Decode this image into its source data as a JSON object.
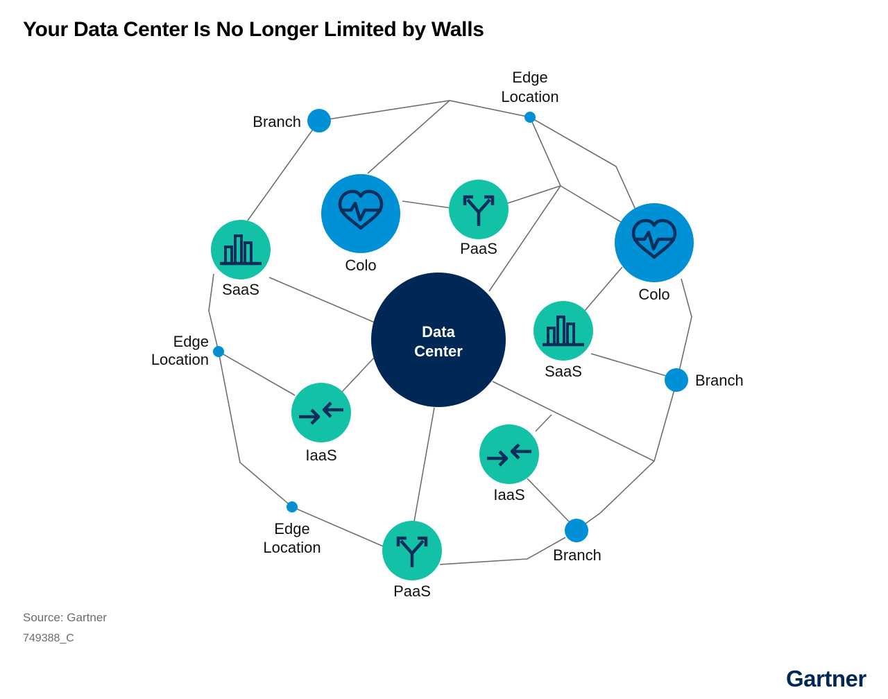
{
  "title": "Your Data Center Is No Longer Limited by Walls",
  "source": "Source: Gartner",
  "code": "749388_C",
  "logo": "Gartner",
  "colors": {
    "navy": "#002856",
    "blue": "#0090d6",
    "teal": "#13c2a6",
    "line": "#6e6e6e"
  },
  "center": {
    "line1": "Data",
    "line2": "Center"
  },
  "nodes": {
    "colo_left": {
      "label": "Colo",
      "icon": "heart-pulse-icon"
    },
    "colo_right": {
      "label": "Colo",
      "icon": "heart-pulse-icon"
    },
    "paas_top": {
      "label": "PaaS",
      "icon": "merge-arrows-icon"
    },
    "paas_bottom": {
      "label": "PaaS",
      "icon": "merge-arrows-icon"
    },
    "saas_left": {
      "label": "SaaS",
      "icon": "bar-chart-icon"
    },
    "saas_right": {
      "label": "SaaS",
      "icon": "bar-chart-icon"
    },
    "iaas_left": {
      "label": "IaaS",
      "icon": "converge-arrows-icon"
    },
    "iaas_right": {
      "label": "IaaS",
      "icon": "converge-arrows-icon"
    },
    "branch_top": {
      "label": "Branch"
    },
    "branch_right": {
      "label": "Branch"
    },
    "branch_bottom": {
      "label": "Branch"
    },
    "edge_top": {
      "line1": "Edge",
      "line2": "Location"
    },
    "edge_left": {
      "line1": "Edge",
      "line2": "Location"
    },
    "edge_bottom": {
      "line1": "Edge",
      "line2": "Location"
    }
  }
}
